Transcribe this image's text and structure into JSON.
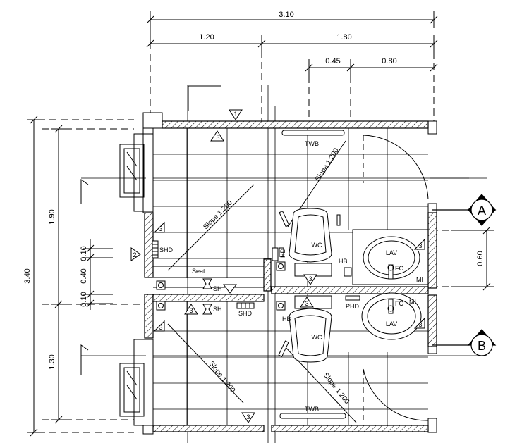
{
  "dimensions": {
    "overall_width": "3.10",
    "width_left": "1.20",
    "width_right": "1.80",
    "sub_left": "0.45",
    "sub_right": "0.80",
    "overall_height": "3.40",
    "height_top": "1.90",
    "height_bottom": "1.30",
    "vert_a": "0.10",
    "vert_b": "0.40",
    "vert_c": "0.10",
    "lav_height": "0.60"
  },
  "sections": {
    "a": "A",
    "b": "B"
  },
  "fixtures": {
    "wc_top": "WC",
    "wc_bottom": "WC",
    "lav_top": "LAV",
    "lav_bottom": "LAV",
    "twb_top": "TWB",
    "twb_bottom": "TWB",
    "shd_top": "SHD",
    "shd_bottom": "SHD",
    "sh_top": "SH",
    "sh_bottom": "SH",
    "seat": "Seat",
    "hb_top": "HB",
    "hb_bottom": "HB",
    "hd": "HD",
    "fc_top": "FC",
    "fc_bottom": "FC",
    "mi_top": "MI",
    "mi_bottom": "MI",
    "phd": "PHD"
  },
  "slopes": {
    "s1": "Slope 1:200",
    "s2": "Slope 1:200",
    "s3": "Slope 1:200",
    "s4": "Slope 1:200"
  },
  "tags": {
    "t1": "1",
    "t2": "2",
    "t3": "3"
  }
}
